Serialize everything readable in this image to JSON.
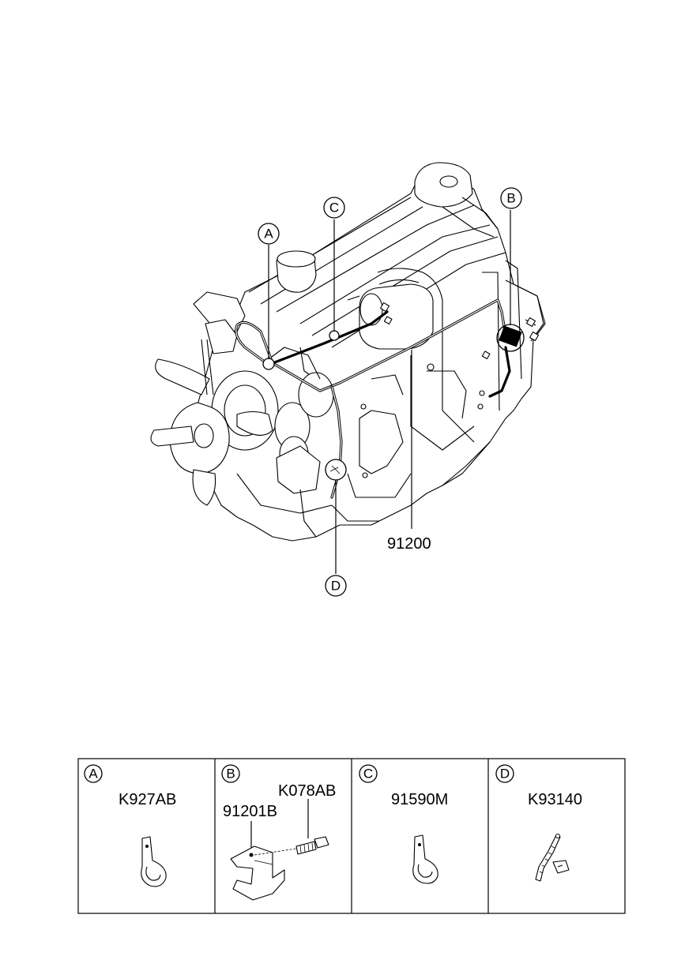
{
  "callouts": {
    "a": "A",
    "b": "B",
    "c": "C",
    "d": "D"
  },
  "main_part_number": "91200",
  "detail_panels": [
    {
      "letter": "A",
      "parts": [
        "K927AB"
      ]
    },
    {
      "letter": "B",
      "parts": [
        "K078AB",
        "91201B"
      ]
    },
    {
      "letter": "C",
      "parts": [
        "91590M"
      ]
    },
    {
      "letter": "D",
      "parts": [
        "K93140"
      ]
    }
  ],
  "icons": {
    "engine": "engine-assembly-illustration",
    "clip": "harness-clip-icon",
    "bracket": "bracket-with-bolt-icon",
    "tie": "cable-tie-icon"
  }
}
